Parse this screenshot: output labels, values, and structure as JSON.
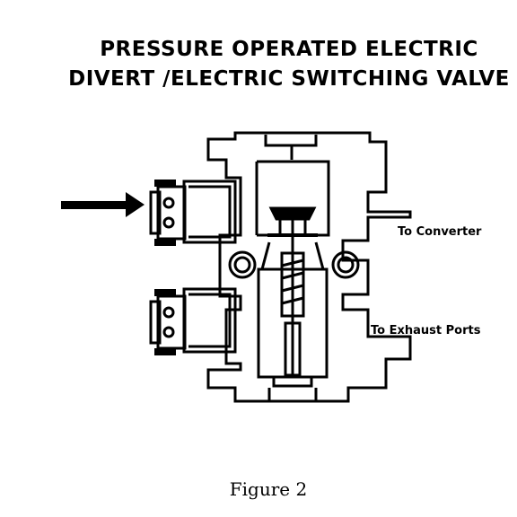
{
  "title": {
    "line1": "PRESSURE OPERATED ELECTRIC",
    "line2": "DIVERT /ELECTRIC SWITCHING VALVE"
  },
  "labels": {
    "converter": "To Converter",
    "exhaust": "To Exhaust Ports"
  },
  "caption": "Figure 2"
}
